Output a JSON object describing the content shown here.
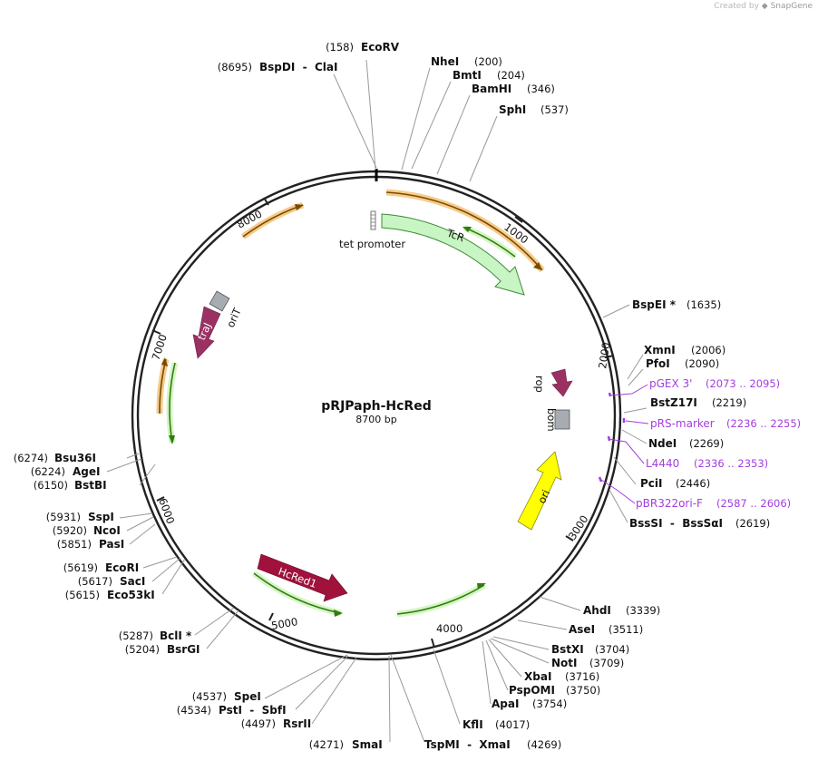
{
  "credit": {
    "prefix": "Created by",
    "brand": "SnapGene"
  },
  "map": {
    "name": "pRJPaph-HcRed",
    "length_label": "8700 bp",
    "length": 8700,
    "ticks": [
      "1000",
      "2000",
      "3000",
      "4000",
      "5000",
      "6000",
      "7000",
      "8000"
    ],
    "features": [
      {
        "label": "TcR",
        "kind": "arrow",
        "color": "#c8f5c4"
      },
      {
        "label": "tet promoter",
        "kind": "promoter",
        "color": "#ffffff"
      },
      {
        "label": "rop",
        "kind": "arrow",
        "color": "#9b3162"
      },
      {
        "label": "bom",
        "kind": "box",
        "color": "#a7abb2"
      },
      {
        "label": "ori",
        "kind": "arrow",
        "color": "#ffff00"
      },
      {
        "label": "HcRed1",
        "kind": "arrow",
        "color": "#a0113c"
      },
      {
        "label": "traJ",
        "kind": "arrow",
        "color": "#9b3162"
      },
      {
        "label": "oriT",
        "kind": "box",
        "color": "#a7abb2"
      }
    ],
    "enzymes": [
      {
        "name": "EcoRV",
        "pos": "(158)"
      },
      {
        "name": "NheI",
        "pos": "(200)"
      },
      {
        "name": "BmtI",
        "pos": "(204)"
      },
      {
        "name": "BamHI",
        "pos": "(346)"
      },
      {
        "name": "SphI",
        "pos": "(537)"
      },
      {
        "name": "BspDI  -  ClaI",
        "pos": "(8695)"
      },
      {
        "name": "BspEI *",
        "pos": "(1635)"
      },
      {
        "name": "XmnI",
        "pos": "(2006)"
      },
      {
        "name": "PfoI",
        "pos": "(2090)"
      },
      {
        "name": "BstZ17I",
        "pos": "(2219)"
      },
      {
        "name": "NdeI",
        "pos": "(2269)"
      },
      {
        "name": "PciI",
        "pos": "(2446)"
      },
      {
        "name": "BssSI  -  BssSαI",
        "pos": "(2619)"
      },
      {
        "name": "AhdI",
        "pos": "(3339)"
      },
      {
        "name": "AseI",
        "pos": "(3511)"
      },
      {
        "name": "BstXI",
        "pos": "(3704)"
      },
      {
        "name": "NotI",
        "pos": "(3709)"
      },
      {
        "name": "XbaI",
        "pos": "(3716)"
      },
      {
        "name": "PspOMI",
        "pos": "(3750)"
      },
      {
        "name": "ApaI",
        "pos": "(3754)"
      },
      {
        "name": "KflI",
        "pos": "(4017)"
      },
      {
        "name": "TspMI  -  XmaI",
        "pos": "(4269)"
      },
      {
        "name": "SmaI",
        "pos": "(4271)"
      },
      {
        "name": "RsrII",
        "pos": "(4497)"
      },
      {
        "name": "PstI  -  SbfI",
        "pos": "(4534)"
      },
      {
        "name": "SpeI",
        "pos": "(4537)"
      },
      {
        "name": "BsrGI",
        "pos": "(5204)"
      },
      {
        "name": "BclI *",
        "pos": "(5287)"
      },
      {
        "name": "Eco53kI",
        "pos": "(5615)"
      },
      {
        "name": "SacI",
        "pos": "(5617)"
      },
      {
        "name": "EcoRI",
        "pos": "(5619)"
      },
      {
        "name": "PasI",
        "pos": "(5851)"
      },
      {
        "name": "NcoI",
        "pos": "(5920)"
      },
      {
        "name": "SspI",
        "pos": "(5931)"
      },
      {
        "name": "BstBI",
        "pos": "(6150)"
      },
      {
        "name": "AgeI",
        "pos": "(6224)"
      },
      {
        "name": "Bsu36I",
        "pos": "(6274)"
      }
    ],
    "primers": [
      {
        "name": "pGEX 3'",
        "range": "(2073 .. 2095)"
      },
      {
        "name": "pRS-marker",
        "range": "(2236 .. 2255)"
      },
      {
        "name": "L4440",
        "range": "(2336 .. 2353)"
      },
      {
        "name": "pBR322ori-F",
        "range": "(2587 .. 2606)"
      }
    ]
  }
}
